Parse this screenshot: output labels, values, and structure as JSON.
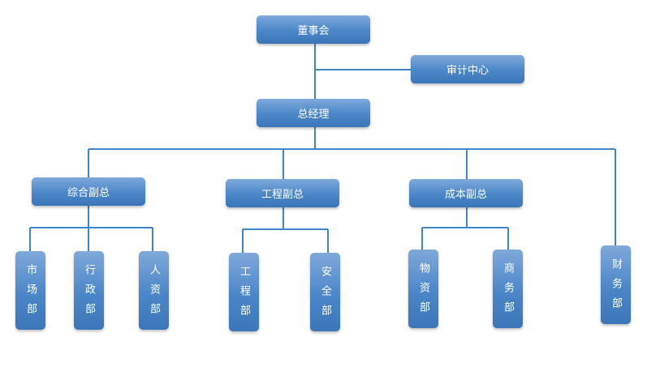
{
  "nodes": {
    "board": "董事会",
    "audit": "审计中心",
    "gm": "总经理",
    "vp_general": "综合副总",
    "vp_engineering": "工程副总",
    "vp_cost": "成本副总",
    "dept_market": "市场部",
    "dept_admin": "行政部",
    "dept_hr": "人资部",
    "dept_engineering": "工程部",
    "dept_safety": "安全部",
    "dept_materials": "物资部",
    "dept_business": "商务部",
    "dept_finance": "财务部"
  },
  "colors": {
    "line": "#3f86c8",
    "node_top": "#7fa9da",
    "node_bottom": "#3a76b8",
    "text": "#ffffff"
  }
}
